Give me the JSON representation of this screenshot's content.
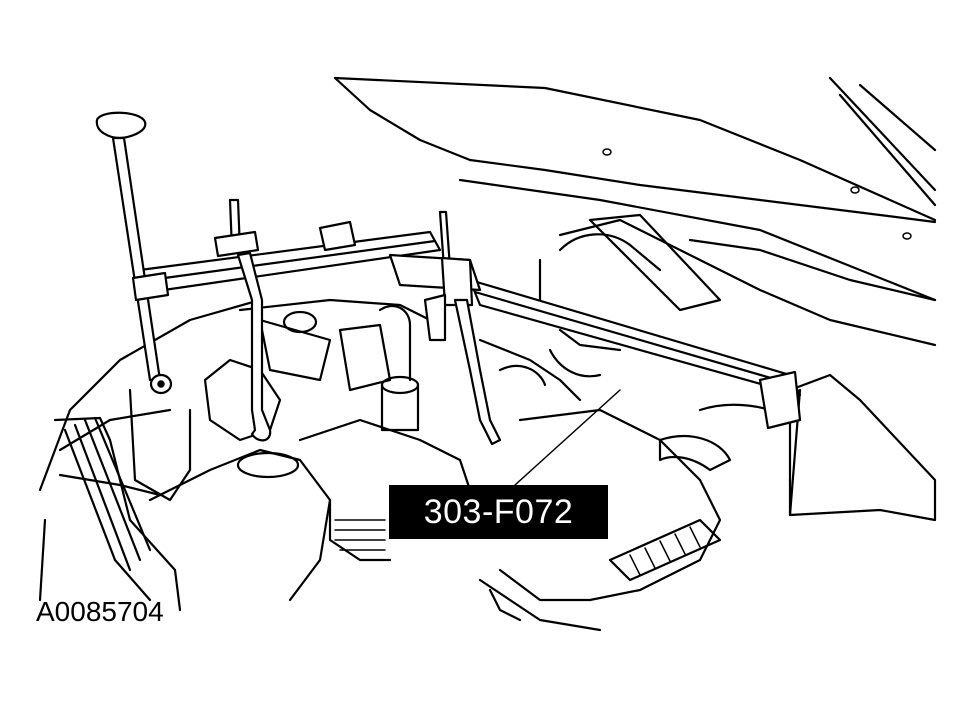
{
  "diagram": {
    "callout_label": "303-F072",
    "figure_id": "A0085704",
    "colors": {
      "line": "#000000",
      "background": "#ffffff",
      "callout_fill": "#000000",
      "callout_text": "#ffffff"
    },
    "icons": [
      "engine-bay-illustration",
      "engine-support-bar",
      "support-hook",
      "adjuster-handle"
    ]
  }
}
